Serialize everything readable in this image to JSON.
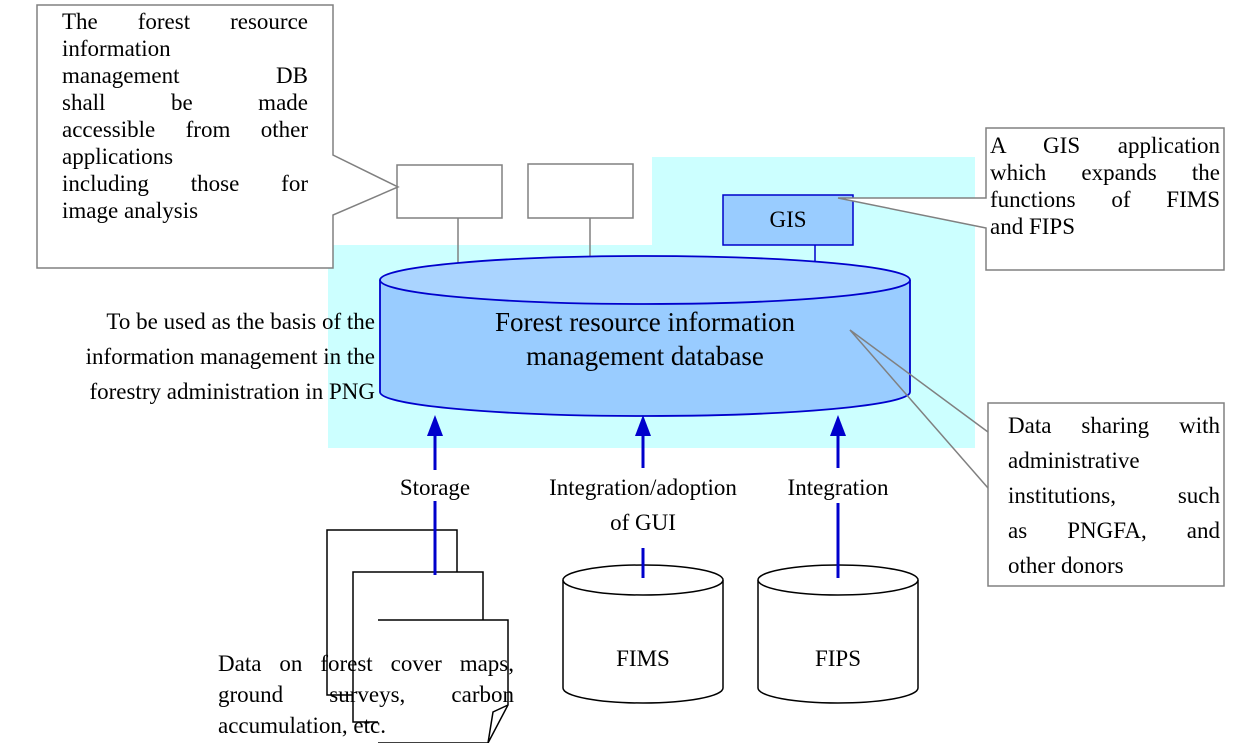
{
  "callouts": {
    "db_access": [
      "The forest resource",
      "information",
      "management DB",
      "shall be made",
      "accessible from other",
      "applications",
      "including those for",
      "image analysis"
    ],
    "gis_app": [
      "A GIS application",
      "which expands the",
      "functions of FIMS",
      "and FIPS"
    ],
    "data_sharing": [
      "Data sharing with",
      "administrative",
      "institutions, such",
      "as PNGFA, and",
      "other donors"
    ]
  },
  "basis_text": [
    "To be used as the basis of the",
    "information management in the",
    "forestry administration in PNG"
  ],
  "main_db": [
    "Forest resource information",
    "management database"
  ],
  "gis_label": "GIS",
  "arrows": {
    "storage": "Storage",
    "integration_gui": [
      "Integration/adoption",
      "of GUI"
    ],
    "integration": "Integration"
  },
  "sources": {
    "data_docs": [
      "Data on forest cover maps,",
      "ground surveys, carbon",
      "accumulation, etc."
    ],
    "fims": "FIMS",
    "fips": "FIPS"
  },
  "colors": {
    "highlight": "#ccffff",
    "db_fill": "#99ccff",
    "db_top": "#aad4ff",
    "db_stroke": "#0000cc",
    "arrow": "#0000cc"
  }
}
